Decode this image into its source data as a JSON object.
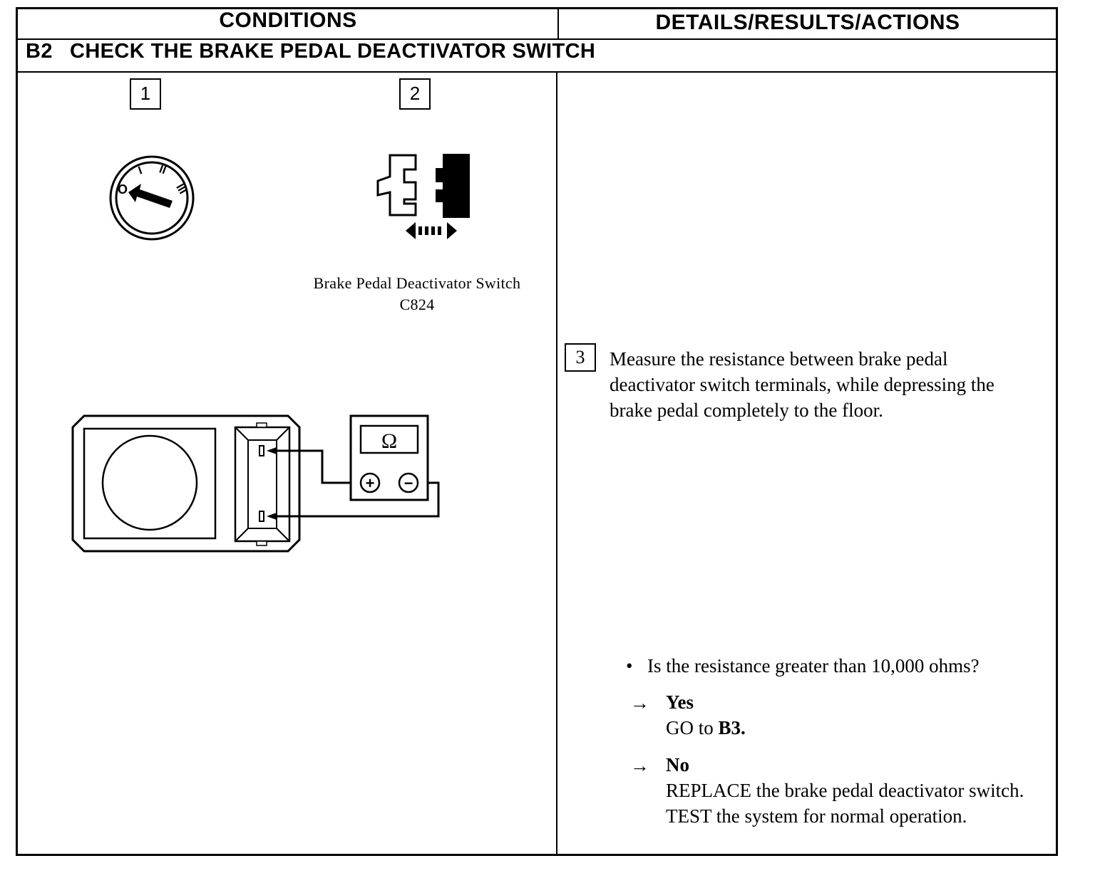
{
  "headers": {
    "conditions": "CONDITIONS",
    "details": "DETAILS/RESULTS/ACTIONS"
  },
  "section": {
    "code": "B2",
    "title": "CHECK THE BRAKE PEDAL DEACTIVATOR SWITCH"
  },
  "conditions": {
    "step1_number": "1",
    "step2_number": "2",
    "ignition_positions": [
      "O",
      "I",
      "II",
      "III"
    ],
    "caption_line1": "Brake Pedal Deactivator Switch",
    "caption_line2": "C824",
    "meter_symbol": "Ω",
    "meter_plus": "+",
    "meter_minus": "−"
  },
  "details": {
    "step3_number": "3",
    "instruction": "Measure the resistance between brake pedal deactivator switch terminals, while depressing the brake pedal completely to the floor.",
    "bullet": "•",
    "question": "Is the resistance greater than 10,000 ohms?",
    "arrow_symbol": "→",
    "yes_label": "Yes",
    "yes_action_prefix": "GO to ",
    "yes_action_target": "B3.",
    "no_label": "No",
    "no_action": "REPLACE the brake pedal deactivator switch. TEST the system for normal operation."
  }
}
